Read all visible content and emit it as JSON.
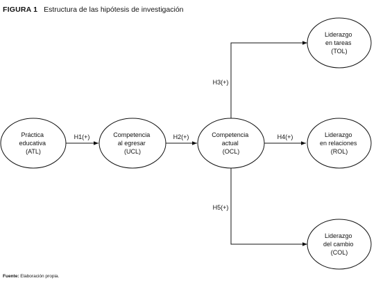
{
  "figure": {
    "number": "FIGURA 1",
    "title": "Estructura de las hipótesis de investigación"
  },
  "nodes": [
    {
      "id": "ATL",
      "lines": [
        "Práctica",
        "educativa",
        "(ATL)"
      ]
    },
    {
      "id": "UCL",
      "lines": [
        "Competencia",
        "al egresar",
        "(UCL)"
      ]
    },
    {
      "id": "OCL",
      "lines": [
        "Competencia",
        "actual",
        "(OCL)"
      ]
    },
    {
      "id": "TOL",
      "lines": [
        "Liderazgo",
        "en tareas",
        "(TOL)"
      ]
    },
    {
      "id": "ROL",
      "lines": [
        "Liderazgo",
        "en relaciones",
        "(ROL)"
      ]
    },
    {
      "id": "COL",
      "lines": [
        "Liderazgo",
        "del cambio",
        "(COL)"
      ]
    }
  ],
  "edges": [
    {
      "from": "ATL",
      "to": "UCL",
      "label": "H1(+)"
    },
    {
      "from": "UCL",
      "to": "OCL",
      "label": "H2(+)"
    },
    {
      "from": "OCL",
      "to": "TOL",
      "label": "H3(+)"
    },
    {
      "from": "OCL",
      "to": "ROL",
      "label": "H4(+)"
    },
    {
      "from": "OCL",
      "to": "COL",
      "label": "H5(+)"
    }
  ],
  "source": {
    "label": "Fuente:",
    "text": "Elaboración propia."
  }
}
